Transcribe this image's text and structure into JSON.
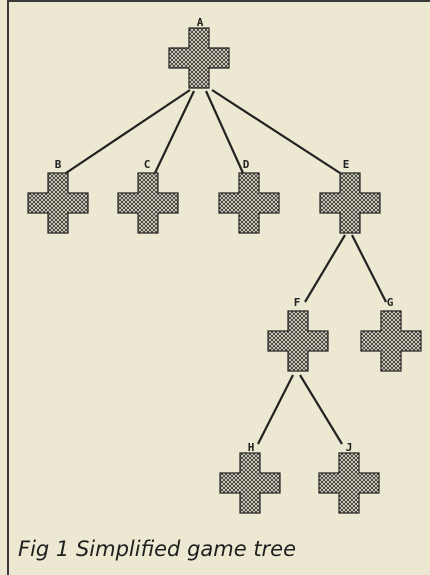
{
  "figure": {
    "caption": "Fig 1 Simplified game tree",
    "nodes": [
      {
        "id": "A",
        "label": "A"
      },
      {
        "id": "B",
        "label": "B"
      },
      {
        "id": "C",
        "label": "C"
      },
      {
        "id": "D",
        "label": "D"
      },
      {
        "id": "E",
        "label": "E"
      },
      {
        "id": "F",
        "label": "F"
      },
      {
        "id": "G",
        "label": "G"
      },
      {
        "id": "H",
        "label": "H"
      },
      {
        "id": "J",
        "label": "J"
      }
    ],
    "edges": [
      [
        "A",
        "B"
      ],
      [
        "A",
        "C"
      ],
      [
        "A",
        "D"
      ],
      [
        "A",
        "E"
      ],
      [
        "E",
        "F"
      ],
      [
        "E",
        "G"
      ],
      [
        "F",
        "H"
      ],
      [
        "F",
        "J"
      ]
    ],
    "colors": {
      "paper": "#ece8d2",
      "ink": "#222222",
      "frame": "#3a3a3a"
    }
  }
}
